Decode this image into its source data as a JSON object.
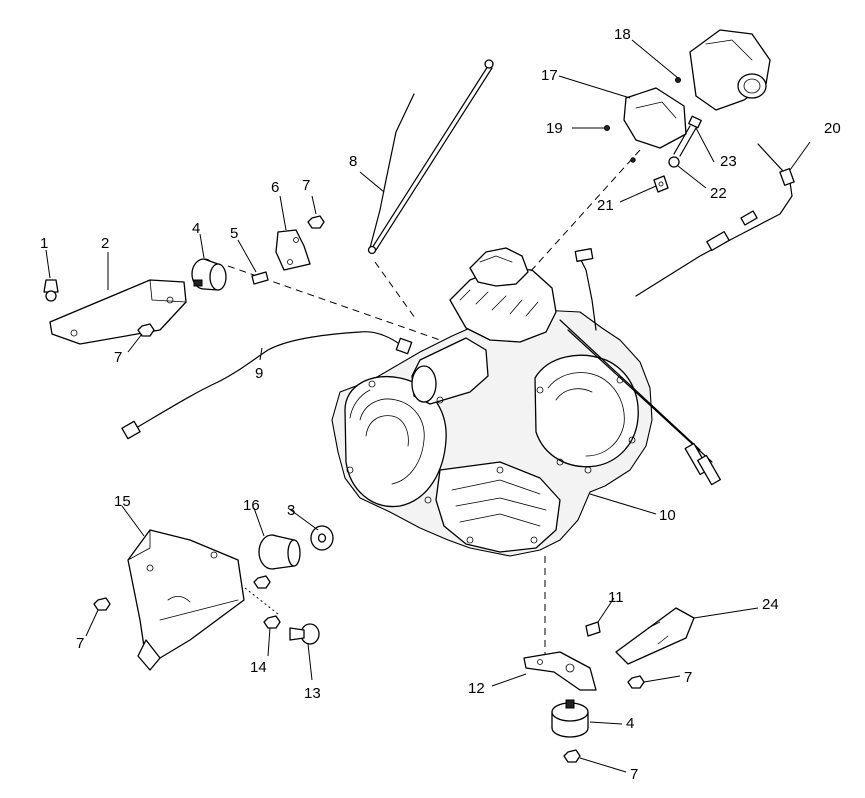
{
  "callouts": [
    {
      "id": "c1",
      "label": "1"
    },
    {
      "id": "c2",
      "label": "2"
    },
    {
      "id": "c3",
      "label": "3"
    },
    {
      "id": "c4a",
      "label": "4"
    },
    {
      "id": "c4b",
      "label": "4"
    },
    {
      "id": "c5",
      "label": "5"
    },
    {
      "id": "c6",
      "label": "6"
    },
    {
      "id": "c7a",
      "label": "7"
    },
    {
      "id": "c7b",
      "label": "7"
    },
    {
      "id": "c7c",
      "label": "7"
    },
    {
      "id": "c7d",
      "label": "7"
    },
    {
      "id": "c7e",
      "label": "7"
    },
    {
      "id": "c8",
      "label": "8"
    },
    {
      "id": "c9",
      "label": "9"
    },
    {
      "id": "c10",
      "label": "10"
    },
    {
      "id": "c11",
      "label": "11"
    },
    {
      "id": "c12",
      "label": "12"
    },
    {
      "id": "c13",
      "label": "13"
    },
    {
      "id": "c14",
      "label": "14"
    },
    {
      "id": "c15",
      "label": "15"
    },
    {
      "id": "c16",
      "label": "16"
    },
    {
      "id": "c17",
      "label": "17"
    },
    {
      "id": "c18",
      "label": "18"
    },
    {
      "id": "c19",
      "label": "19"
    },
    {
      "id": "c20",
      "label": "20"
    },
    {
      "id": "c21",
      "label": "21"
    },
    {
      "id": "c22",
      "label": "22"
    },
    {
      "id": "c23",
      "label": "23"
    },
    {
      "id": "c24",
      "label": "24"
    }
  ]
}
